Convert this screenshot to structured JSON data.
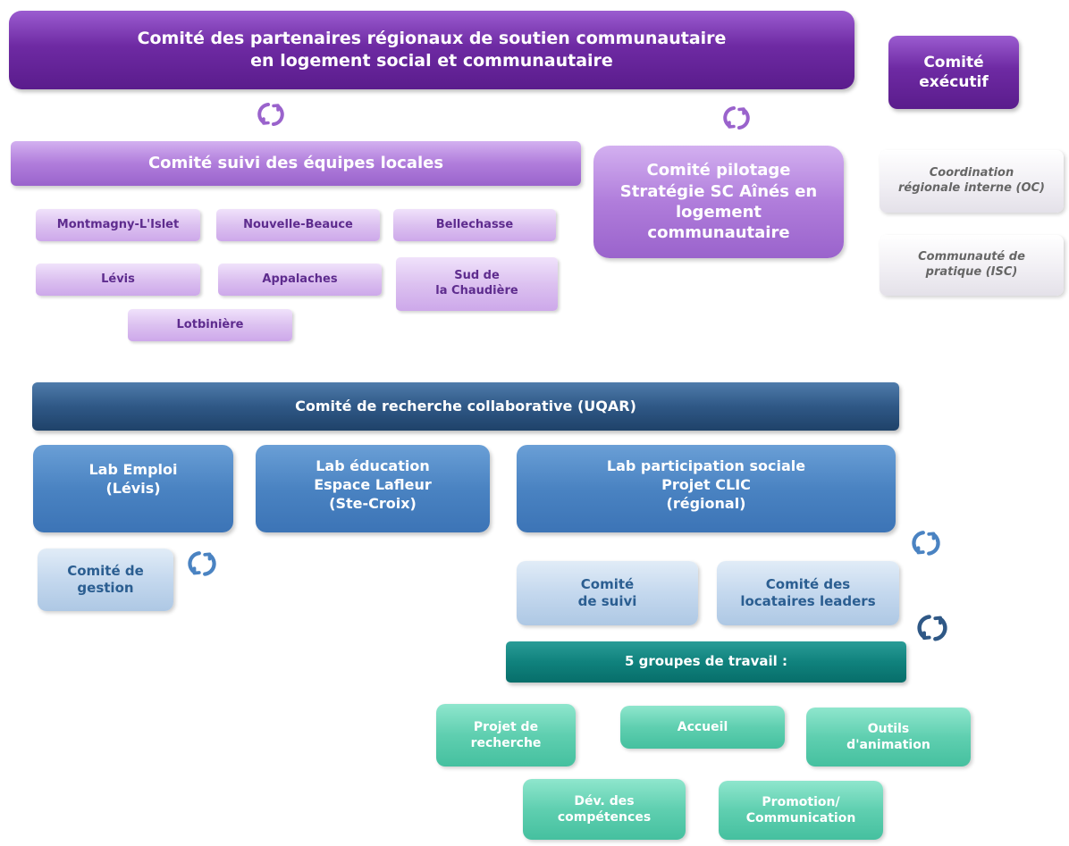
{
  "regional": {
    "line1": "Comité des partenaires régionaux de soutien communautaire",
    "line2": "en logement social et communautaire"
  },
  "executive": {
    "line1": "Comité",
    "line2": "exécutif"
  },
  "local_teams": {
    "title": "Comité suivi des équipes locales",
    "items": [
      "Montmagny-L'Islet",
      "Nouvelle-Beauce",
      "Bellechasse",
      "Lévis",
      "Appalaches",
      "Lotbinière"
    ],
    "sud": {
      "line1": "Sud de",
      "line2": "la Chaudière"
    }
  },
  "pilotage": {
    "lines": [
      "Comité pilotage",
      "Stratégie SC Aînés en",
      "logement",
      "communautaire"
    ]
  },
  "coordination": {
    "line1": "Coordination",
    "line2": "régionale interne (OC)"
  },
  "practice": {
    "line1": "Communauté de",
    "line2": "pratique (ISC)"
  },
  "research": {
    "title": "Comité de recherche collaborative (UQAR)"
  },
  "lab_emploi": {
    "line1": "Lab Emploi",
    "line2": "(Lévis)"
  },
  "lab_education": {
    "line1": "Lab éducation",
    "line2": "Espace Lafleur",
    "line3": "(Ste-Croix)"
  },
  "lab_participation": {
    "line1": "Lab participation sociale",
    "line2": "Projet CLIC",
    "line3": "(régional)"
  },
  "gestion": {
    "line1": "Comité de",
    "line2": "gestion"
  },
  "suivi": {
    "line1": "Comité",
    "line2": "de suivi"
  },
  "locataires": {
    "line1": "Comité des",
    "line2": "locataires leaders"
  },
  "groups": {
    "title": "5 groupes de travail :"
  },
  "projet": {
    "line1": "Projet de",
    "line2": "recherche"
  },
  "accueil": {
    "label": "Accueil"
  },
  "outils": {
    "line1": "Outils",
    "line2": "d'animation"
  },
  "dev": {
    "line1": "Dév. des",
    "line2": "compétences"
  },
  "promotion": {
    "line1": "Promotion/",
    "line2": "Communication"
  },
  "colors": {
    "purple_dark": "#6e2aa3",
    "purple_mid": "#b07ddb",
    "purple_light": "#dcc1f0",
    "blue_dark": "#2f5886",
    "blue_mid": "#4a83c2",
    "blue_light": "#c4d8ee",
    "teal_dark": "#10827d",
    "teal_light": "#5fcfb0",
    "grey": "#f1eff4"
  },
  "icons": {
    "cycle": "cycle-arrows-icon"
  }
}
